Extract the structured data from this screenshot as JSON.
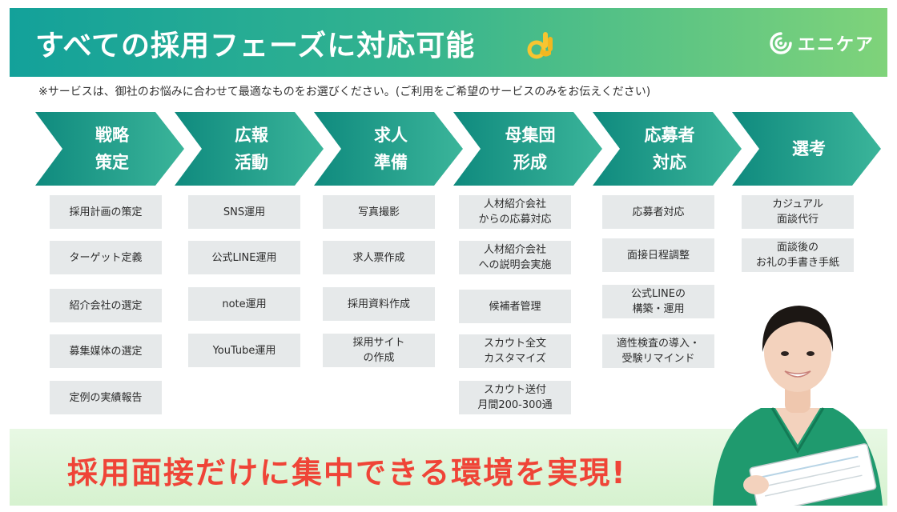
{
  "header": {
    "title": "すべての採用フェーズに対応可能",
    "brand_name": "エニケア",
    "ok_icon": "ok-hand-icon",
    "brand_icon": "swirl-logo-icon"
  },
  "note": "※サービスは、御社のお悩みに合わせて最適なものをお選びください。(ご利用をご希望のサービスのみをお伝えください)",
  "phases": [
    {
      "label": "戦略\n策定",
      "tasks": [
        "採用計画の策定",
        "ターゲット定義",
        "紹介会社の選定",
        "募集媒体の選定",
        "定例の実績報告"
      ]
    },
    {
      "label": "広報\n活動",
      "tasks": [
        "SNS運用",
        "公式LINE運用",
        "note運用",
        "YouTube運用"
      ]
    },
    {
      "label": "求人\n準備",
      "tasks": [
        "写真撮影",
        "求人票作成",
        "採用資料作成",
        "採用サイト\nの作成"
      ]
    },
    {
      "label": "母集団\n形成",
      "tasks": [
        "人材紹介会社\nからの応募対応",
        "人材紹介会社\nへの説明会実施",
        "候補者管理",
        "スカウト全文\nカスタマイズ",
        "スカウト送付\n月間200-300通"
      ]
    },
    {
      "label": "応募者\n対応",
      "tasks": [
        "応募者対応",
        "面接日程調整",
        "公式LINEの\n構築・運用",
        "適性検査の導入・\n受験リマインド"
      ]
    },
    {
      "label": "選考",
      "tasks": [
        "カジュアル\n面談代行",
        "面談後の\nお礼の手書き手紙"
      ]
    }
  ],
  "footer": {
    "text": "採用面接だけに集中できる環境を実現!"
  },
  "colors": {
    "chevron_dark": "#0f8a7e",
    "chevron_light": "#3bb59a",
    "footer_text": "#ef4437",
    "scrubs": "#1f9a6e"
  },
  "illustration": "nurse-photo"
}
